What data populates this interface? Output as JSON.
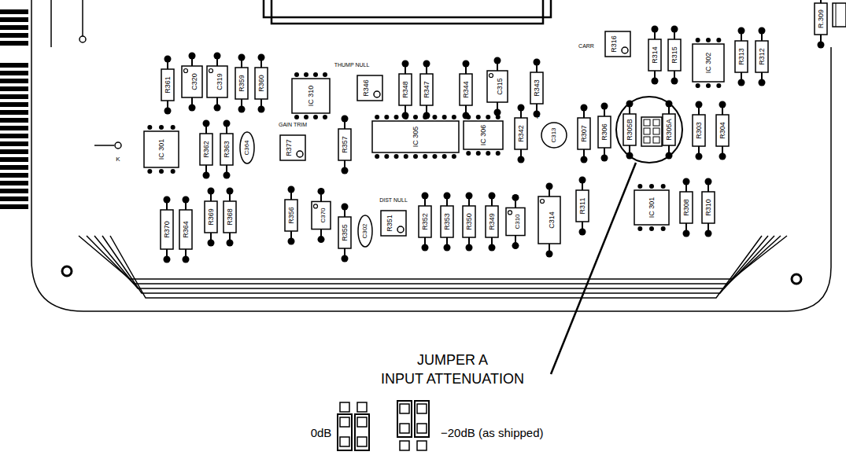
{
  "diagram": {
    "labels": [
      "R.309",
      "R361",
      "C320",
      "C319",
      "R359",
      "R360",
      "IC 310",
      "THUMP NULL",
      "R346",
      "R348",
      "R347",
      "R344",
      "C315",
      "R343",
      "CARR",
      "R316",
      "R314",
      "R315",
      "IC 302",
      "R313",
      "R312",
      "K",
      "IC 301",
      "R362",
      "R363",
      "C364",
      "GAIN TRIM",
      "R377",
      "R357",
      "IC 305",
      "IC 306",
      "R342",
      "+",
      "C313",
      "R307",
      "R306",
      "R305B",
      "R305A",
      "R303",
      "R304",
      "R356",
      "C370",
      "R355",
      "C302",
      "DIST NULL",
      "R351",
      "R352",
      "R353",
      "R350",
      "R349",
      "C310",
      "C314",
      "R311",
      "IC 301",
      "R308",
      "R310",
      "R370",
      "R364",
      "R369",
      "R368",
      "JUMPER A",
      "INPUT ATTENUATION",
      "0dB",
      "−20dB (as shipped)"
    ]
  }
}
